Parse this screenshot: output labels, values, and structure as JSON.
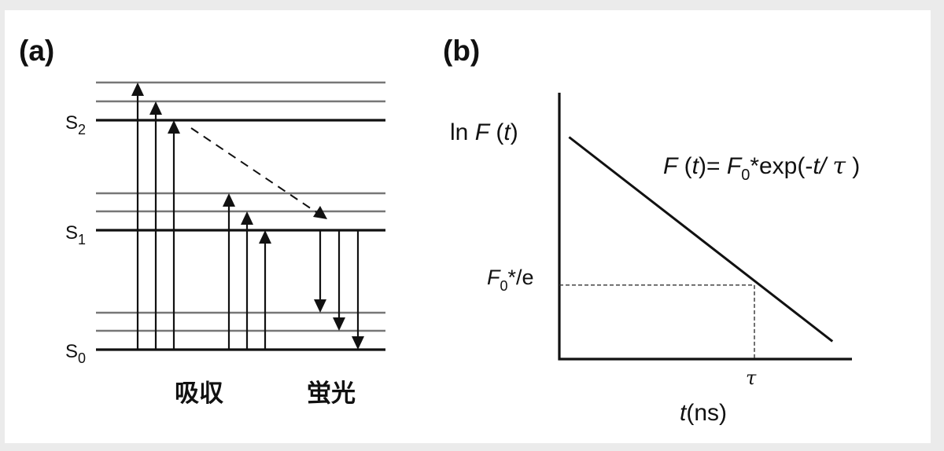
{
  "panel_a": {
    "label": "(a)",
    "levels": [
      {
        "name": "S2",
        "base": "S",
        "sub": "2"
      },
      {
        "name": "S1",
        "base": "S",
        "sub": "1"
      },
      {
        "name": "S0",
        "base": "S",
        "sub": "0"
      }
    ],
    "vibrational_sublevels_per_state": 2,
    "absorption_label": "吸収",
    "fluorescence_label": "蛍光",
    "transitions": {
      "absorption_to_S2": [
        "S2 v2",
        "S2 v1",
        "S2 v0"
      ],
      "absorption_to_S1": [
        "S1 v2",
        "S1 v1",
        "S1 v0"
      ],
      "internal_conversion": "S2 v0 → S1 v1 (dashed)",
      "fluorescence": [
        "S1 v0 → S0 v2",
        "S1 v0 → S0 v1",
        "S1 v0 → S0 v0"
      ]
    },
    "colors": {
      "main_line": "#111111",
      "sub_line": "#777777"
    }
  },
  "panel_b": {
    "label": "(b)",
    "chart_data": {
      "type": "line",
      "title": "",
      "ylabel": {
        "prefix": "ln ",
        "F": "F",
        "paren_open": " (",
        "t": "t",
        "paren_close": ")"
      },
      "xlabel": {
        "t": "t",
        "unit": "(ns)"
      },
      "equation": {
        "F": "F",
        "t1": " (",
        "t": "t",
        "t2": ")= ",
        "F0": "F",
        "sub0": "0",
        "rest": "*exp(-",
        "t3": "t",
        "slash": "/ ",
        "tau": "τ",
        "close": " )"
      },
      "annotations": {
        "y_marker": {
          "F": "F",
          "sub": "0",
          "rest": "*/e"
        },
        "x_marker": "τ"
      },
      "series": [
        {
          "name": "ln F(t)",
          "x": [
            0.05,
            1.4
          ],
          "y": [
            1.0,
            -0.38
          ],
          "style": "solid"
        }
      ],
      "guide_point": {
        "x_label": "τ",
        "y_label": "F0*/e",
        "x": 1.0,
        "y": 0.0
      },
      "xlim": [
        0,
        1.5
      ],
      "ylim": [
        -0.5,
        1.3
      ],
      "grid": false,
      "legend": "none"
    }
  }
}
